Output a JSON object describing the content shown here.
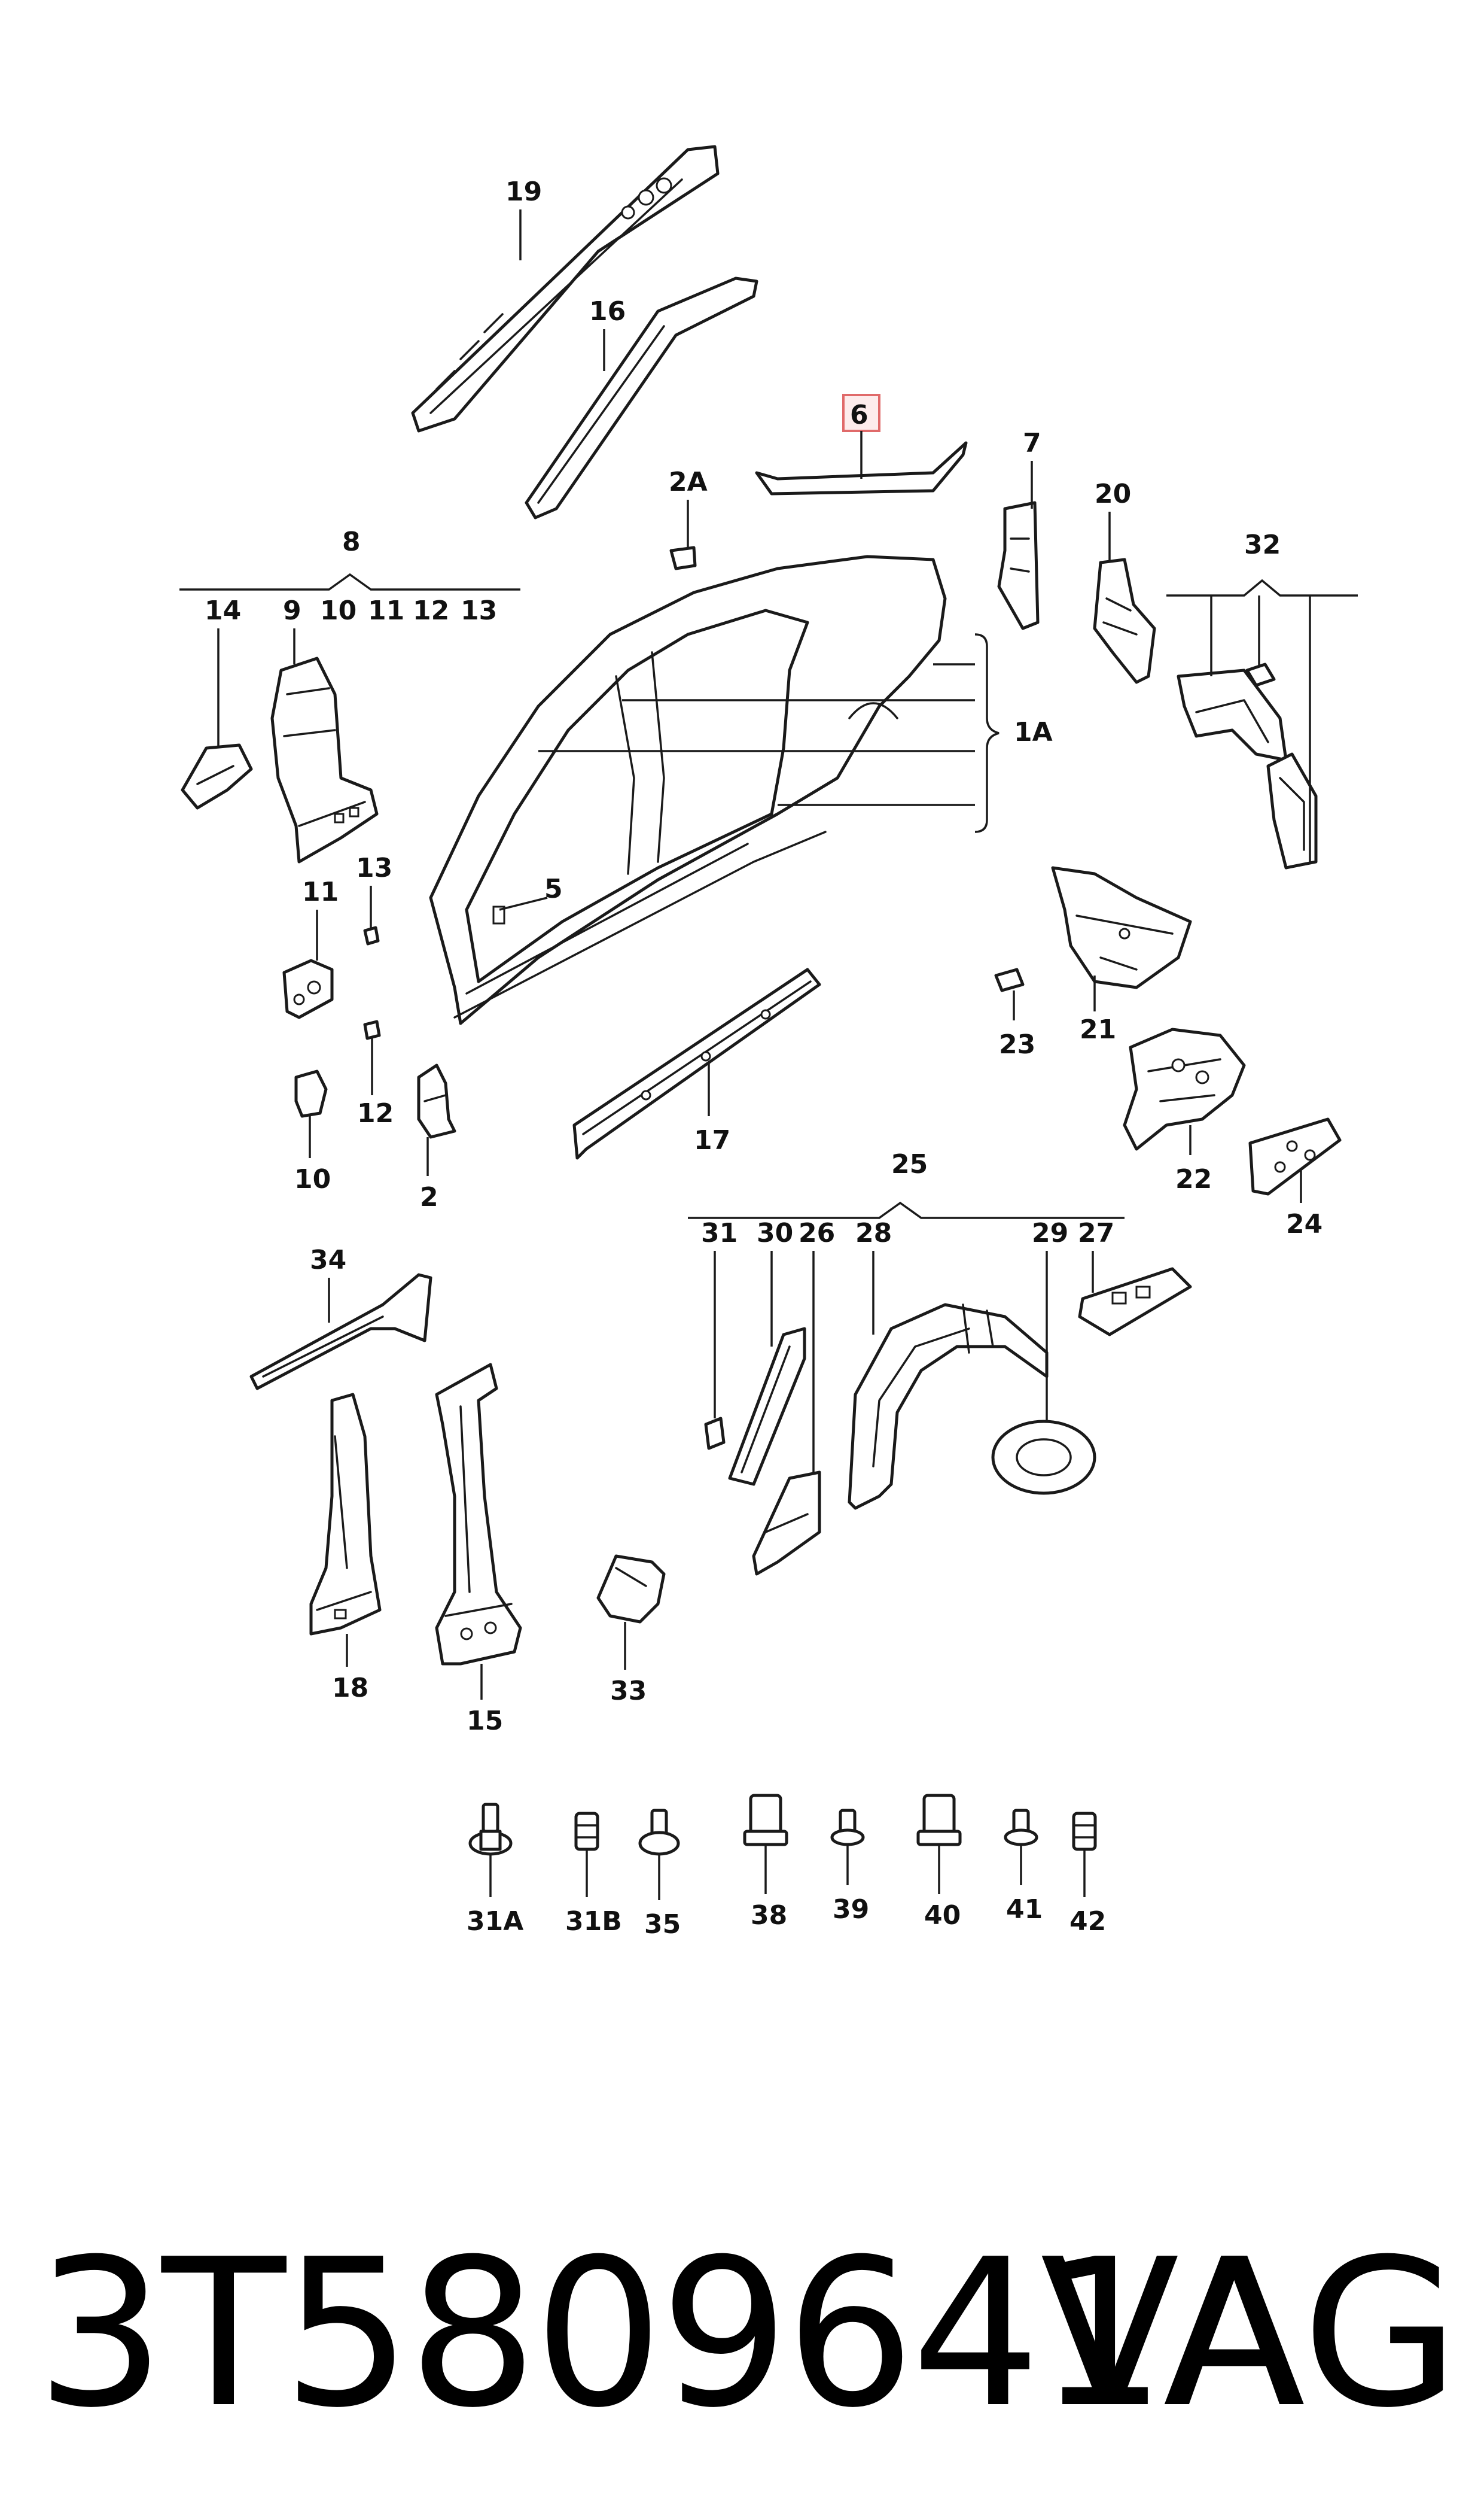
{
  "diagram": {
    "callouts": {
      "c1A": "1A",
      "c2": "2",
      "c2A": "2A",
      "c5": "5",
      "c6": "6",
      "c7": "7",
      "c8": "8",
      "c9": "9",
      "c10a": "10",
      "c11a": "11",
      "c12a": "12",
      "c13a": "13",
      "c14": "14",
      "c10b": "10",
      "c11b": "11",
      "c12b": "12",
      "c13b": "13",
      "c15": "15",
      "c16": "16",
      "c17": "17",
      "c18": "18",
      "c19": "19",
      "c20": "20",
      "c21": "21",
      "c22": "22",
      "c23": "23",
      "c24": "24",
      "c25": "25",
      "c26": "26",
      "c27": "27",
      "c28": "28",
      "c29": "29",
      "c30": "30",
      "c31": "31",
      "c32": "32",
      "c33": "33",
      "c34": "34",
      "c31A": "31A",
      "c31B": "31B",
      "c35": "35",
      "c38": "38",
      "c39": "39",
      "c40": "40",
      "c41": "41",
      "c42": "42"
    },
    "highlight_color": "#e06a6a"
  },
  "footer": {
    "part_number": "3T5809641A",
    "brand": "VAG"
  }
}
